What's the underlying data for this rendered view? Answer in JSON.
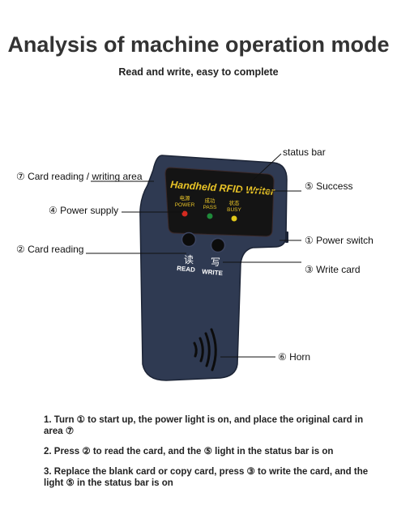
{
  "title": "Analysis of machine operation mode",
  "subtitle": "Read and write, easy to complete",
  "device": {
    "screen_title": "Handheld RFID Writer",
    "lights": [
      {
        "cn": "电源",
        "en": "POWER",
        "color": "#d42a20"
      },
      {
        "cn": "成功",
        "en": "PASS",
        "color": "#1f8a3a"
      },
      {
        "cn": "状态",
        "en": "BUSY",
        "color": "#e0c81a"
      }
    ],
    "read_cn": "读",
    "read_en": "READ",
    "write_cn": "写",
    "write_en": "WRITE",
    "body_color": "#2f3a52",
    "screen_color": "#141414",
    "screen_text_color": "#e9c427"
  },
  "callouts": {
    "status_bar": "status bar",
    "card_area": "⑦ Card reading / writing area",
    "success": "⑤ Success",
    "power_supply": "④ Power supply",
    "power_switch": "① Power switch",
    "card_reading": "② Card reading",
    "write_card": "③ Write card",
    "horn": "⑥ Horn"
  },
  "steps": [
    "1. Turn ① to start up, the power light is on, and place the original card in area ⑦",
    "2. Press ② to read the card, and the ⑤ light in the status bar is on",
    "3. Replace the blank card or copy card, press ③ to write the card, and the light ⑤ in the status bar is on"
  ]
}
